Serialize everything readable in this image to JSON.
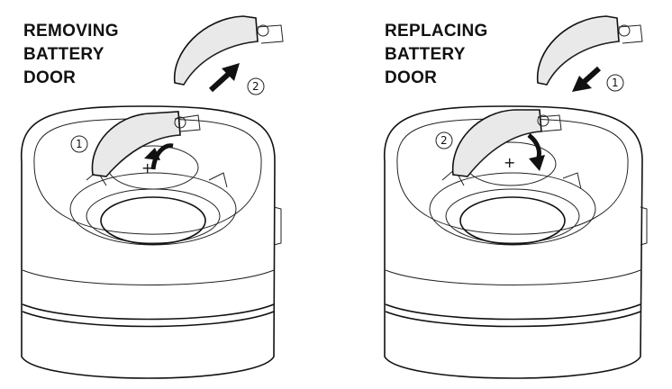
{
  "panels": [
    {
      "id": "removing",
      "title_lines": [
        "REMOVING",
        "BATTERY",
        "DOOR"
      ],
      "steps": [
        "1",
        "2"
      ],
      "plus": "+"
    },
    {
      "id": "replacing",
      "title_lines": [
        "REPLACING",
        "BATTERY",
        "DOOR"
      ],
      "steps": [
        "1",
        "2"
      ],
      "plus": "+"
    }
  ]
}
